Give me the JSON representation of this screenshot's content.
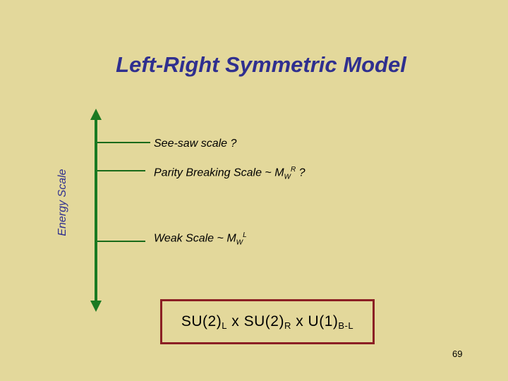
{
  "slide": {
    "title": "Left-Right Symmetric Model",
    "axis_label": "Energy Scale",
    "levels": [
      {
        "text": "See-saw scale ?"
      },
      {
        "text": "Parity Breaking Scale ~ M",
        "sub": "W",
        "sup": "R",
        "suffix": " ?"
      },
      {
        "text": "Weak Scale ~ M",
        "sub": "W",
        "sup": "L"
      }
    ],
    "gauge_group": {
      "su2": "SU(2)",
      "left": "L",
      "x1": " x ",
      "su2b": "SU(2)",
      "right": "R",
      "x2": " x ",
      "u1": "U(1)",
      "bl": "B-L"
    },
    "page_number": "69"
  },
  "colors": {
    "background": "#e3d89b",
    "title": "#2f2f8f",
    "axis_arrow": "#1a7a22",
    "level_lines": "#1a6a1a",
    "box_border": "#8b1f24"
  }
}
